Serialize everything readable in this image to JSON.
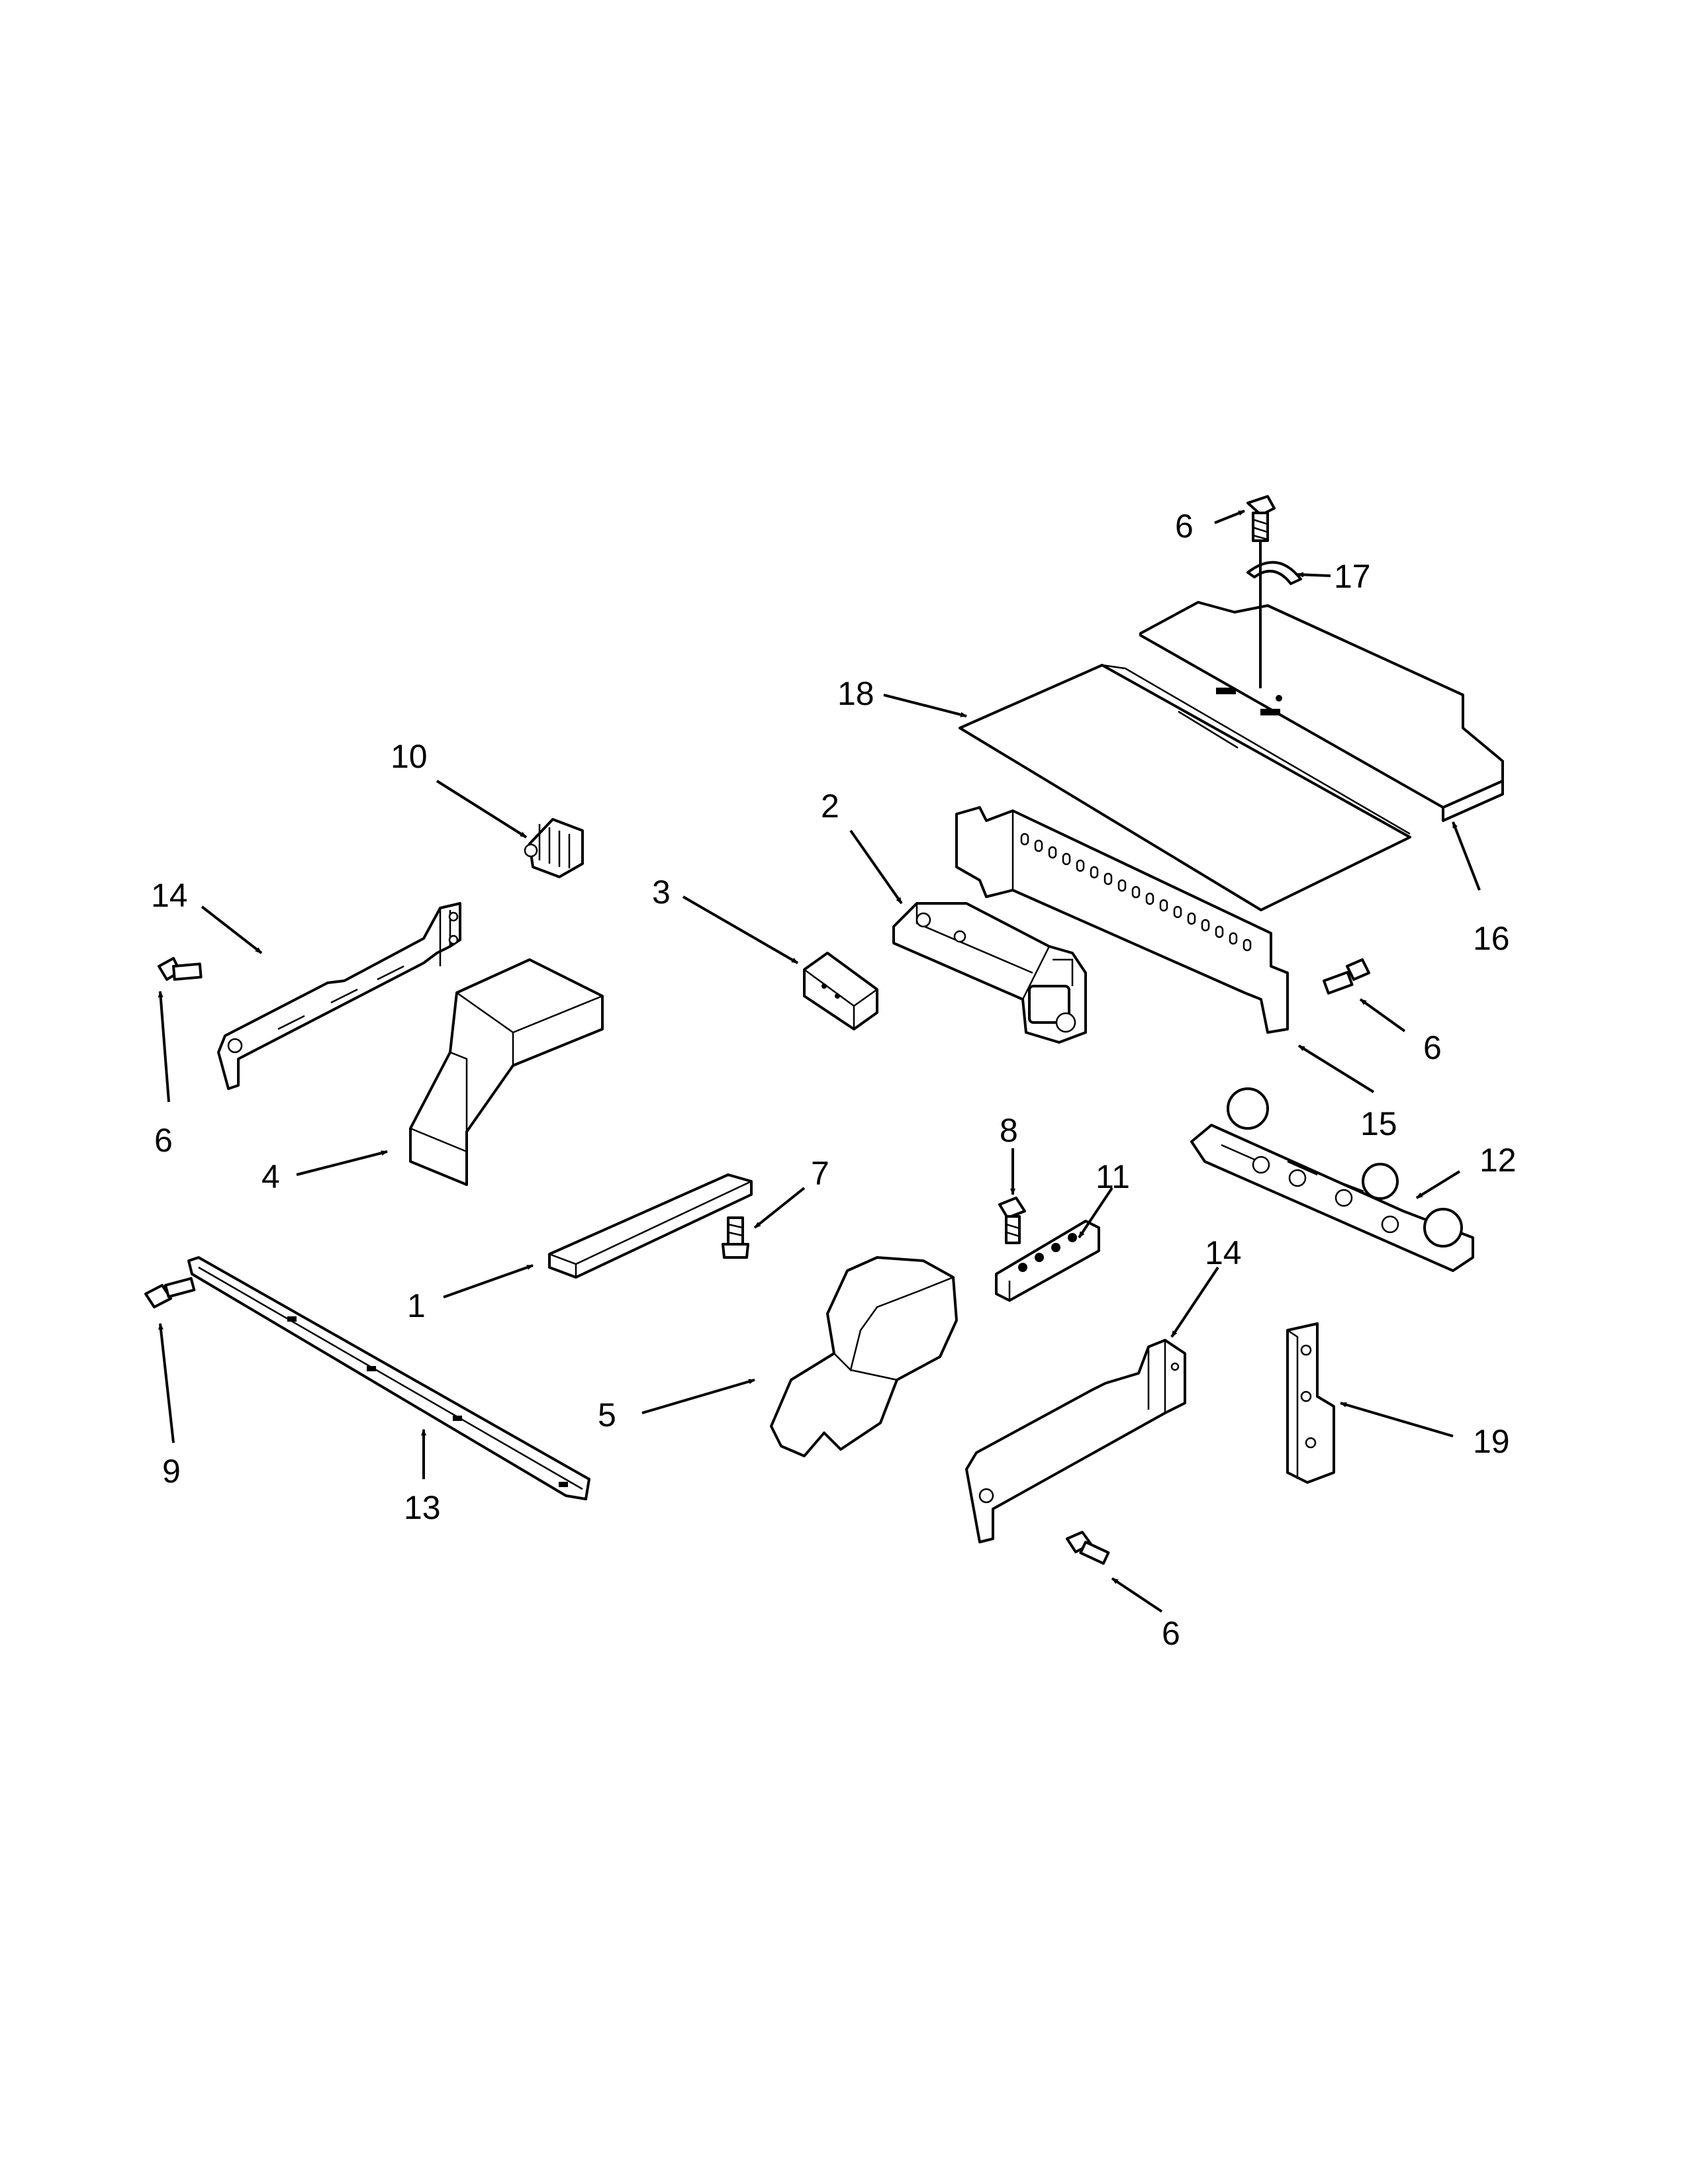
{
  "callouts": [
    {
      "id": "c1",
      "number": "1"
    },
    {
      "id": "c2",
      "number": "2"
    },
    {
      "id": "c3",
      "number": "3"
    },
    {
      "id": "c4",
      "number": "4"
    },
    {
      "id": "c5",
      "number": "5"
    },
    {
      "id": "c6a",
      "number": "6"
    },
    {
      "id": "c6b",
      "number": "6"
    },
    {
      "id": "c6c",
      "number": "6"
    },
    {
      "id": "c6d",
      "number": "6"
    },
    {
      "id": "c7",
      "number": "7"
    },
    {
      "id": "c8",
      "number": "8"
    },
    {
      "id": "c9",
      "number": "9"
    },
    {
      "id": "c10",
      "number": "10"
    },
    {
      "id": "c11",
      "number": "11"
    },
    {
      "id": "c12",
      "number": "12"
    },
    {
      "id": "c13",
      "number": "13"
    },
    {
      "id": "c14a",
      "number": "14"
    },
    {
      "id": "c14b",
      "number": "14"
    },
    {
      "id": "c15",
      "number": "15"
    },
    {
      "id": "c16",
      "number": "16"
    },
    {
      "id": "c17",
      "number": "17"
    },
    {
      "id": "c18",
      "number": "18"
    },
    {
      "id": "c19",
      "number": "19"
    }
  ]
}
